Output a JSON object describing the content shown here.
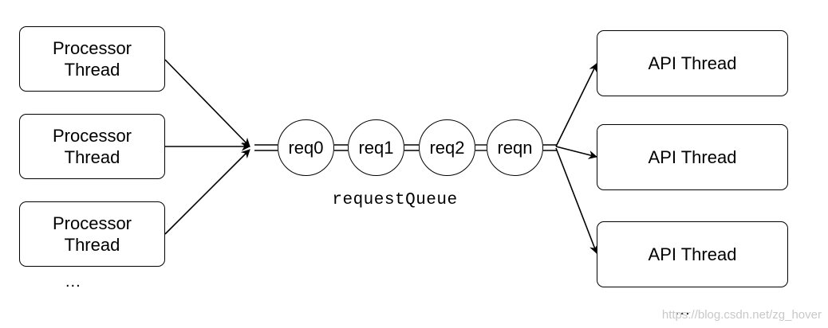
{
  "processors": [
    "Processor\nThread",
    "Processor\nThread",
    "Processor\nThread"
  ],
  "processors_more": "...",
  "queue": {
    "nodes": [
      "req0",
      "req1",
      "req2",
      "reqn"
    ],
    "label": "requestQueue"
  },
  "api_threads": [
    "API Thread",
    "API Thread",
    "API Thread"
  ],
  "api_more": "...",
  "watermark": "https://blog.csdn.net/zg_hover"
}
